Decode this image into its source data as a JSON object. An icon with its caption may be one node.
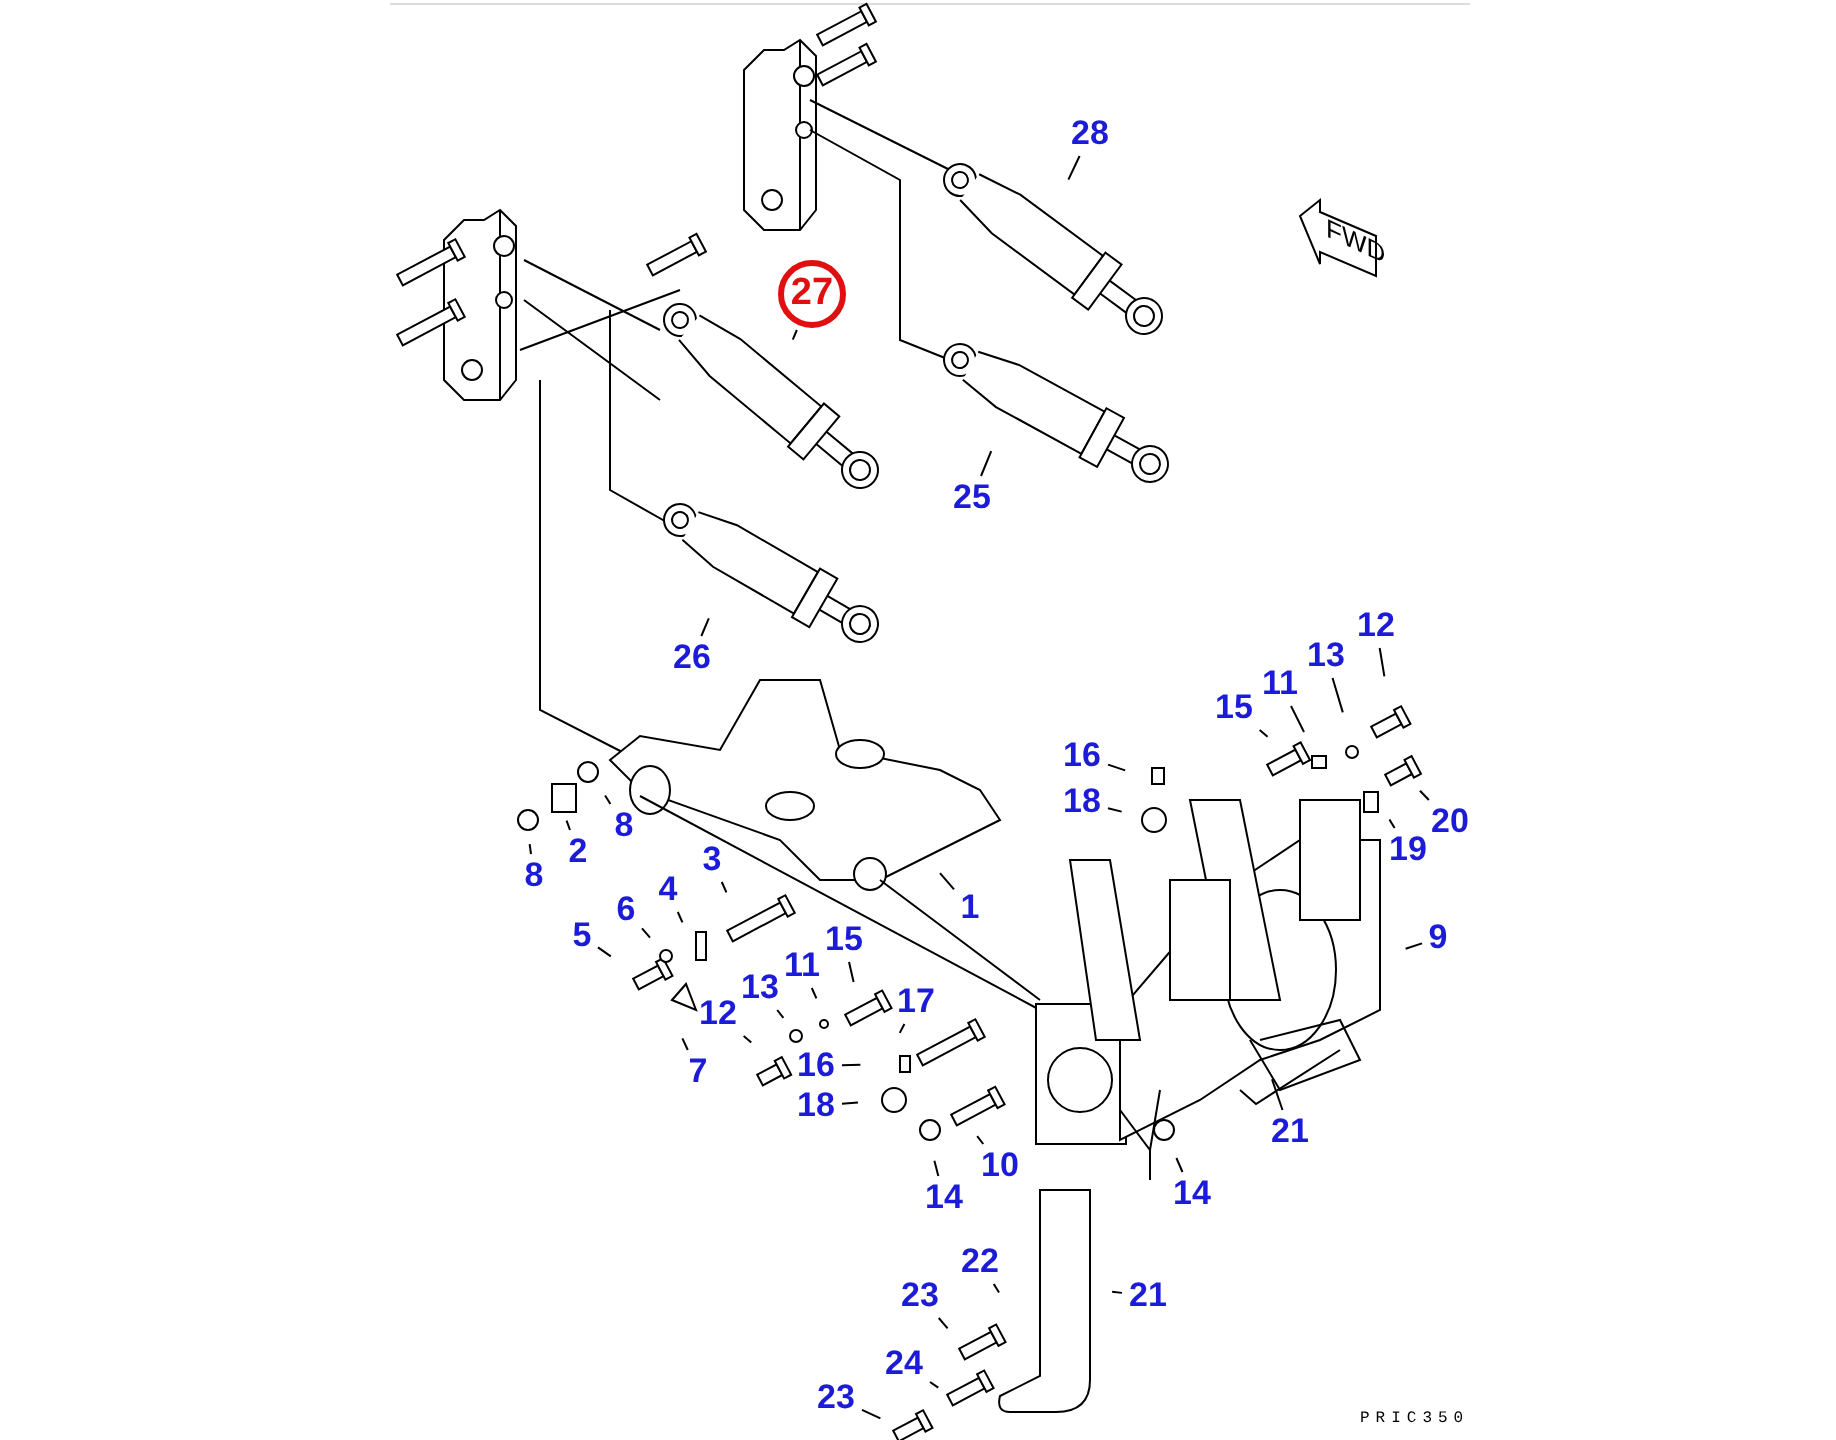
{
  "diagram": {
    "nodes": [
      {
        "text": [
          "28"
        ]
      },
      {
        "text": [
          "27"
        ]
      },
      {
        "text": [
          "25"
        ]
      },
      {
        "text": [
          "26"
        ]
      },
      {
        "text": [
          "12"
        ]
      },
      {
        "text": [
          "13"
        ]
      },
      {
        "text": [
          "11"
        ]
      },
      {
        "text": [
          "15"
        ]
      },
      {
        "text": [
          "16"
        ]
      },
      {
        "text": [
          "18"
        ]
      },
      {
        "text": [
          "20"
        ]
      },
      {
        "text": [
          "8"
        ]
      },
      {
        "text": [
          "19"
        ]
      },
      {
        "text": [
          "2"
        ]
      },
      {
        "text": [
          "3"
        ]
      },
      {
        "text": [
          "8"
        ]
      },
      {
        "text": [
          "4"
        ]
      },
      {
        "text": [
          "1"
        ]
      },
      {
        "text": [
          "6"
        ]
      },
      {
        "text": [
          "5"
        ]
      },
      {
        "text": [
          "9"
        ]
      },
      {
        "text": [
          "15"
        ]
      },
      {
        "text": [
          "11"
        ]
      },
      {
        "text": [
          "13"
        ]
      },
      {
        "text": [
          "17"
        ]
      },
      {
        "text": [
          "12"
        ]
      },
      {
        "text": [
          "16"
        ]
      },
      {
        "text": [
          "7"
        ]
      },
      {
        "text": [
          "18"
        ]
      },
      {
        "text": [
          "21"
        ]
      },
      {
        "text": [
          "10"
        ]
      },
      {
        "text": [
          "14"
        ]
      },
      {
        "text": [
          "14"
        ]
      },
      {
        "text": [
          "22"
        ]
      },
      {
        "text": [
          "21"
        ]
      },
      {
        "text": [
          "23"
        ]
      },
      {
        "text": [
          "24"
        ]
      },
      {
        "text": [
          "23"
        ]
      }
    ],
    "edges": [
      {
        "from": 0,
        "to": null,
        "arrow": "none"
      },
      {
        "from": 1,
        "to": null,
        "arrow": "none"
      },
      {
        "from": 2,
        "to": null,
        "arrow": "none"
      },
      {
        "from": 3,
        "to": null,
        "arrow": "none"
      },
      {
        "from": 4,
        "to": null,
        "arrow": "none"
      },
      {
        "from": 5,
        "to": null,
        "arrow": "none"
      },
      {
        "from": 6,
        "to": null,
        "arrow": "none"
      },
      {
        "from": 7,
        "to": null,
        "arrow": "none"
      },
      {
        "from": 8,
        "to": null,
        "arrow": "none"
      },
      {
        "from": 9,
        "to": null,
        "arrow": "none"
      },
      {
        "from": 10,
        "to": null,
        "arrow": "none"
      },
      {
        "from": 11,
        "to": null,
        "arrow": "none"
      },
      {
        "from": 12,
        "to": null,
        "arrow": "none"
      },
      {
        "from": 13,
        "to": null,
        "arrow": "none"
      },
      {
        "from": 14,
        "to": null,
        "arrow": "none"
      },
      {
        "from": 15,
        "to": null,
        "arrow": "none"
      },
      {
        "from": 16,
        "to": null,
        "arrow": "none"
      },
      {
        "from": 17,
        "to": null,
        "arrow": "none"
      },
      {
        "from": 18,
        "to": null,
        "arrow": "none"
      },
      {
        "from": 19,
        "to": null,
        "arrow": "none"
      },
      {
        "from": 20,
        "to": null,
        "arrow": "none"
      },
      {
        "from": 21,
        "to": null,
        "arrow": "none"
      },
      {
        "from": 22,
        "to": null,
        "arrow": "none"
      },
      {
        "from": 23,
        "to": null,
        "arrow": "none"
      },
      {
        "from": 24,
        "to": null,
        "arrow": "none"
      },
      {
        "from": 25,
        "to": null,
        "arrow": "none"
      },
      {
        "from": 26,
        "to": null,
        "arrow": "none"
      },
      {
        "from": 27,
        "to": null,
        "arrow": "none"
      },
      {
        "from": 28,
        "to": null,
        "arrow": "none"
      },
      {
        "from": 29,
        "to": null,
        "arrow": "none"
      },
      {
        "from": 30,
        "to": null,
        "arrow": "none"
      },
      {
        "from": 31,
        "to": null,
        "arrow": "none"
      },
      {
        "from": 32,
        "to": null,
        "arrow": "none"
      },
      {
        "from": 33,
        "to": null,
        "arrow": "none"
      },
      {
        "from": 34,
        "to": null,
        "arrow": "none"
      },
      {
        "from": 35,
        "to": null,
        "arrow": "none"
      },
      {
        "from": 36,
        "to": null,
        "arrow": "none"
      },
      {
        "from": 37,
        "to": null,
        "arrow": "none"
      }
    ],
    "labels": [
      "FWD",
      "PRIC350"
    ]
  }
}
